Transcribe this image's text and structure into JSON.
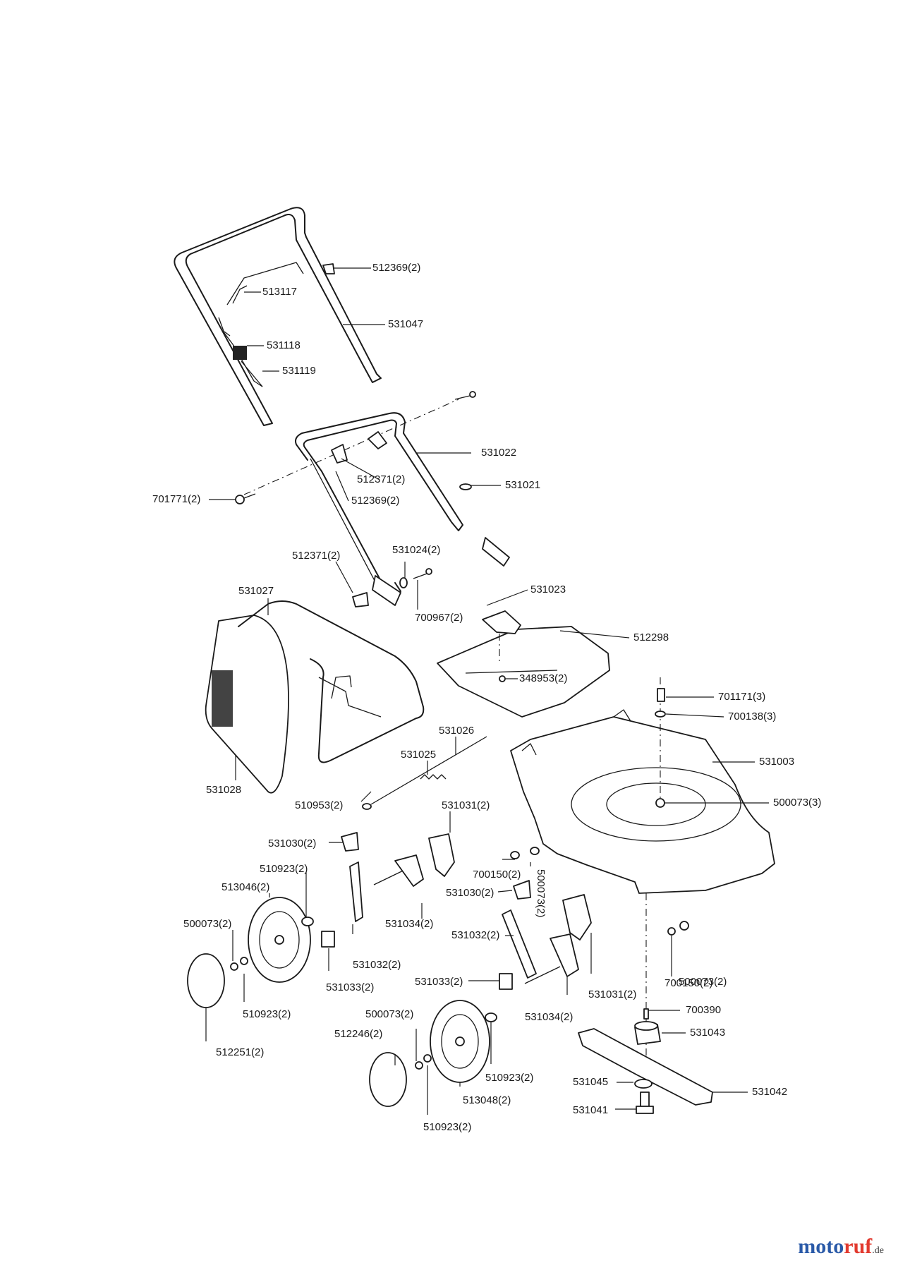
{
  "labels": {
    "p512369_top": "512369(2)",
    "p513117": "513117",
    "p531047": "531047",
    "p531118": "531118",
    "p531119": "531119",
    "p531022": "531022",
    "p512371_a": "512371(2)",
    "p512369_b": "512369(2)",
    "p701771": "701771(2)",
    "p531021": "531021",
    "p512371_b": "512371(2)",
    "p531024": "531024(2)",
    "p700967": "700967(2)",
    "p531027": "531027",
    "p531023": "531023",
    "p512298": "512298",
    "p348953": "348953(2)",
    "p701171": "701171(3)",
    "p700138": "700138(3)",
    "p531026": "531026",
    "p531025": "531025",
    "p531003": "531003",
    "p531028": "531028",
    "p510953": "510953(2)",
    "p531031_a": "531031(2)",
    "p500073_3": "500073(3)",
    "p531030_a": "531030(2)",
    "p510923_a": "510923(2)",
    "p513046": "513046(2)",
    "p700150_a": "700150(2)",
    "p500073_v": "500073(2)",
    "p531030_b": "531030(2)",
    "p500073_a": "500073(2)",
    "p531034_a": "531034(2)",
    "p531032_b": "531032(2)",
    "p531032_a": "531032(2)",
    "p500073_b": "500073(2)",
    "p531033_a": "531033(2)",
    "p510923_b": "510923(2)",
    "p531033_b": "531033(2)",
    "p531031_b": "531031(2)",
    "p700150_b": "700150(2)",
    "p531034_b": "531034(2)",
    "p700390": "700390",
    "p500073_c": "500073(2)",
    "p512246": "512246(2)",
    "p531043": "531043",
    "p512251": "512251(2)",
    "p510923_c": "510923(2)",
    "p531045": "531045",
    "p531042": "531042",
    "p513048": "513048(2)",
    "p531041": "531041",
    "p510923_d": "510923(2)"
  },
  "brand": {
    "part1": "moto",
    "part2": "ruf",
    "part3": "",
    "suffix": ".de"
  }
}
